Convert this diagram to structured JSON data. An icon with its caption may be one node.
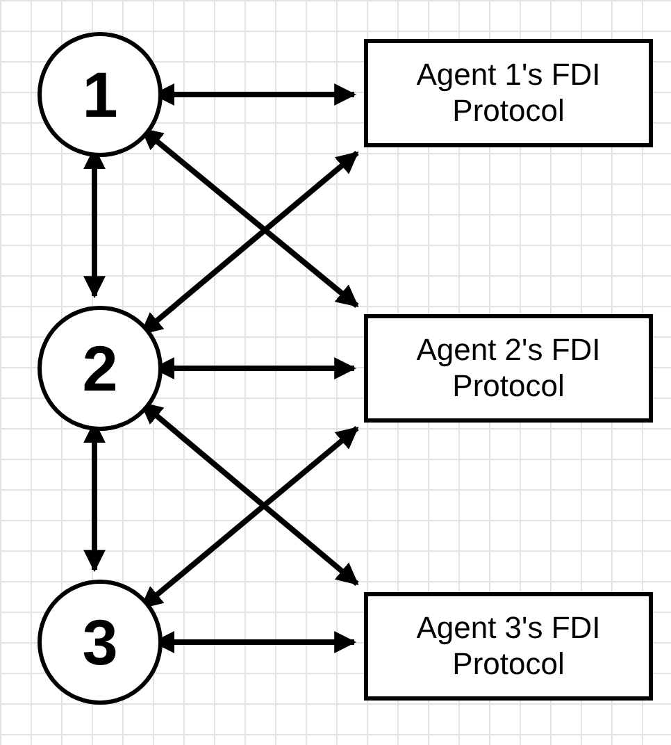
{
  "diagram": {
    "nodes": [
      {
        "text": [
          "1"
        ]
      },
      {
        "text": [
          "Agent 1's FDI Protocol"
        ]
      },
      {
        "text": [
          "2"
        ]
      },
      {
        "text": [
          "Agent 2's FDI Protocol"
        ]
      },
      {
        "text": [
          "3"
        ]
      },
      {
        "text": [
          "Agent 3's FDI Protocol"
        ]
      }
    ],
    "edges": [
      {
        "from": 0,
        "to": 1,
        "arrow": "both"
      },
      {
        "from": 0,
        "to": 2,
        "arrow": "both"
      },
      {
        "from": 0,
        "to": 3,
        "arrow": "both"
      },
      {
        "from": 2,
        "to": 1,
        "arrow": "both"
      },
      {
        "from": 2,
        "to": 3,
        "arrow": "both"
      },
      {
        "from": 2,
        "to": 4,
        "arrow": "both"
      },
      {
        "from": 2,
        "to": 5,
        "arrow": "both"
      },
      {
        "from": 4,
        "to": 3,
        "arrow": "both"
      },
      {
        "from": 4,
        "to": 5,
        "arrow": "both"
      }
    ]
  }
}
